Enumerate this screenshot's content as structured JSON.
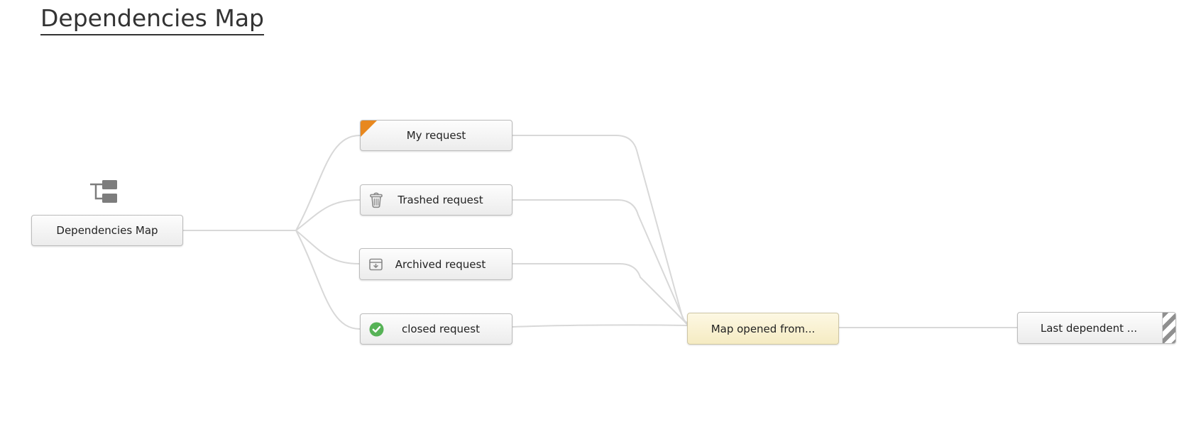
{
  "header": {
    "title": "Dependencies Map"
  },
  "diagram": {
    "nodes": {
      "root": {
        "label": "Dependencies Map",
        "icon": "tree-hierarchy-icon"
      },
      "my_request": {
        "label": "My request",
        "marker": "orange-corner-flag"
      },
      "trashed_request": {
        "label": "Trashed request",
        "icon": "trash-icon"
      },
      "archived_request": {
        "label": "Archived request",
        "icon": "archive-icon"
      },
      "closed_request": {
        "label": "closed request",
        "icon": "check-circle-icon"
      },
      "map_opened": {
        "label": "Map opened from..."
      },
      "last_dependent": {
        "label": "Last dependent ...",
        "marker": "striped-edge"
      }
    },
    "edges": [
      "root->my_request",
      "root->trashed_request",
      "root->archived_request",
      "root->closed_request",
      "my_request->map_opened",
      "trashed_request->map_opened",
      "archived_request->map_opened",
      "closed_request->map_opened",
      "map_opened->last_dependent"
    ]
  },
  "colors": {
    "edge_line": "#d8d8d8",
    "node_border": "#bcbcbc",
    "node_bg_top": "#fdfdfd",
    "node_bg_bottom": "#ececec",
    "highlight_bg_top": "#fdf8e3",
    "highlight_bg_bottom": "#f5ebc2",
    "accent_orange": "#e8881f",
    "accent_green": "#56b256",
    "icon_gray": "#8a8a8a",
    "title_text": "#333333"
  }
}
